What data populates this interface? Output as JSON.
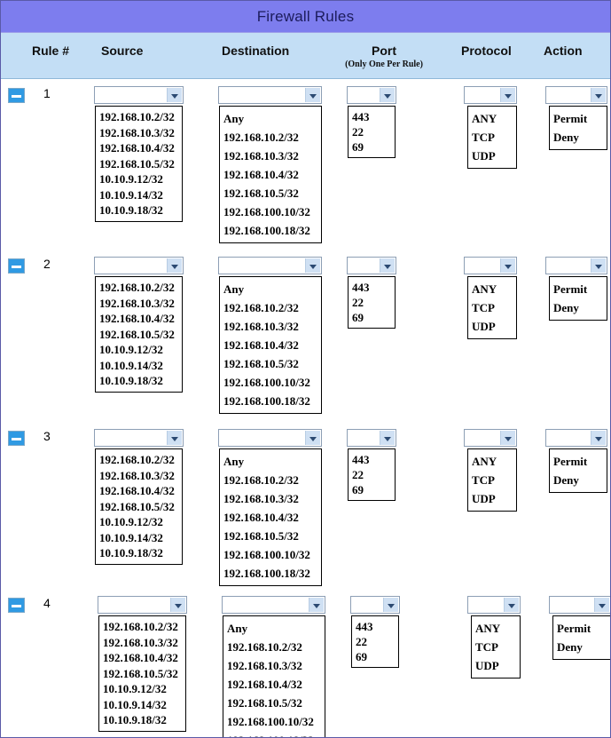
{
  "window": {
    "title": "Firewall Rules"
  },
  "columns": {
    "rule": "Rule #",
    "source": "Source",
    "destination": "Destination",
    "port": "Port",
    "port_sub": "(Only One Per Rule)",
    "protocol": "Protocol",
    "action": "Action"
  },
  "options": {
    "source": [
      "192.168.10.2/32",
      "192.168.10.3/32",
      "192.168.10.4/32",
      "192.168.10.5/32",
      "10.10.9.12/32",
      "10.10.9.14/32",
      "10.10.9.18/32"
    ],
    "destination": [
      "Any",
      "192.168.10.2/32",
      "192.168.10.3/32",
      "192.168.10.4/32",
      "192.168.10.5/32",
      "192.168.100.10/32",
      "192.168.100.18/32"
    ],
    "port": [
      "443",
      "22",
      "69"
    ],
    "protocol": [
      "ANY",
      "TCP",
      "UDP"
    ],
    "action": [
      "Permit",
      "Deny"
    ]
  },
  "selected": {
    "source": "",
    "destination": "",
    "port": "",
    "protocol": "",
    "action": ""
  },
  "rows": [
    {
      "number": "1",
      "remove_label": "remove rule 1"
    },
    {
      "number": "2",
      "remove_label": "remove rule 2"
    },
    {
      "number": "3",
      "remove_label": "remove rule 3"
    },
    {
      "number": "4",
      "remove_label": "remove rule 4"
    }
  ],
  "colors": {
    "title_bar": "#7d7dee",
    "header_row": "#c3def5",
    "minus_button": "#2f9ae3",
    "select_arrow": "#cfe0f3"
  },
  "icons": {
    "remove": "minus-icon",
    "dropdown": "chevron-down-icon"
  }
}
